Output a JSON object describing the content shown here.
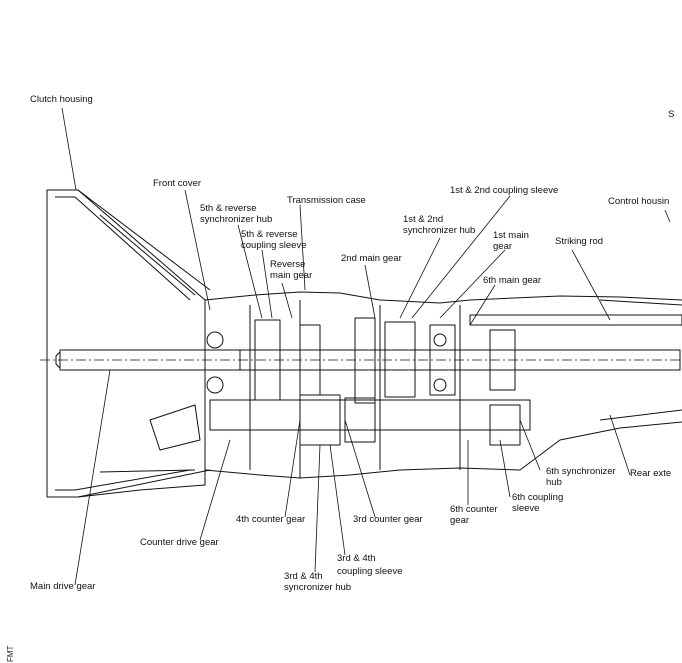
{
  "diagram": {
    "labels": {
      "clutch_housing": "Clutch housing",
      "front_cover": "Front cover",
      "fifth_rev_sync_hub_1": "5th & reverse",
      "fifth_rev_sync_hub_2": "synchronizer hub",
      "fifth_rev_coupling_1": "5th & reverse",
      "fifth_rev_coupling_2": "coupling sleeve",
      "transmission_case": "Transmission case",
      "reverse_main_gear_1": "Reverse",
      "reverse_main_gear_2": "main gear",
      "second_main_gear": "2nd main gear",
      "first_second_sync_hub_1": "1st & 2nd",
      "first_second_sync_hub_2": "synchronizer hub",
      "first_second_coupling": "1st & 2nd coupling sleeve",
      "first_main_gear_1": "1st main",
      "first_main_gear_2": "gear",
      "striking_rod": "Striking rod",
      "control_housing": "Control housin",
      "sixth_main_gear": "6th main gear",
      "edge_mark": "S",
      "sixth_sync_hub_1": "6th synchronizer",
      "sixth_sync_hub_2": "hub",
      "rear_extension": "Rear exte",
      "sixth_coupling_1": "6th coupling",
      "sixth_coupling_2": "sleeve",
      "sixth_counter_gear_1": "6th counter",
      "sixth_counter_gear_2": "gear",
      "fourth_counter_gear": "4th counter gear",
      "third_counter_gear": "3rd counter gear",
      "counter_drive_gear": "Counter drive gear",
      "third_fourth_coupling_1": "3rd & 4th",
      "third_fourth_coupling_2": "coupling sleeve",
      "third_fourth_sync_hub_1": "3rd & 4th",
      "third_fourth_sync_hub_2": "syncronizer hub",
      "main_drive_gear": "Main drive gear"
    },
    "side_mark": "FMT"
  },
  "colors": {
    "ink": "#111111",
    "background": "#ffffff"
  }
}
